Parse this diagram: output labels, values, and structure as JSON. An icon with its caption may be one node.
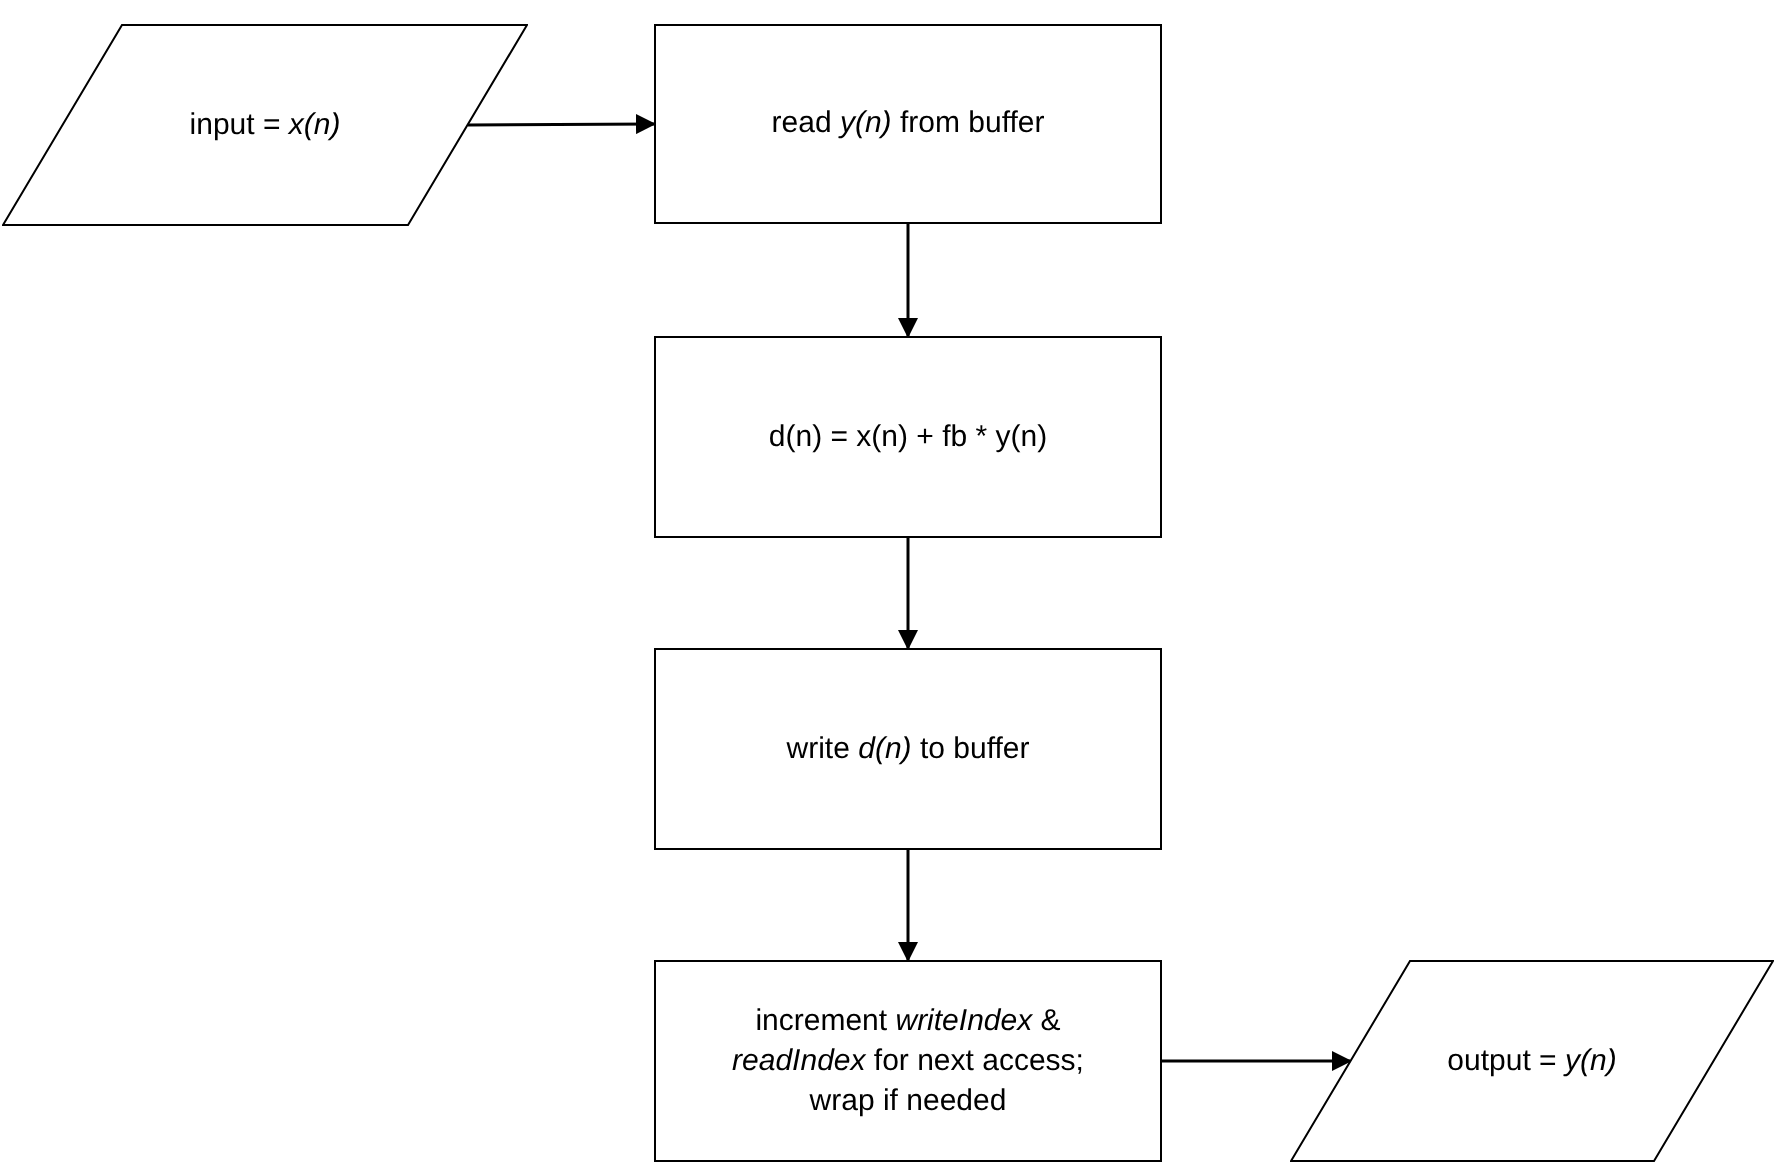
{
  "diagram": {
    "nodes": [
      {
        "text": [
          "input = *x(n)*"
        ]
      },
      {
        "text": [
          "read *y(n)* from buffer"
        ]
      },
      {
        "text": [
          "d(n) = x(n) + fb * y(n)"
        ]
      },
      {
        "text": [
          "write *d(n)* to buffer"
        ]
      },
      {
        "text": [
          "increment *writeIndex* & *readIndex* for next access; wrap if needed"
        ]
      },
      {
        "text": [
          "output = *y(n)*"
        ]
      }
    ],
    "edges": [
      {
        "from": 0,
        "to": 1,
        "arrow": "to"
      },
      {
        "from": 1,
        "to": 2,
        "arrow": "to"
      },
      {
        "from": 2,
        "to": 3,
        "arrow": "to"
      },
      {
        "from": 3,
        "to": 4,
        "arrow": "to"
      },
      {
        "from": 4,
        "to": 5,
        "arrow": "to"
      }
    ]
  }
}
